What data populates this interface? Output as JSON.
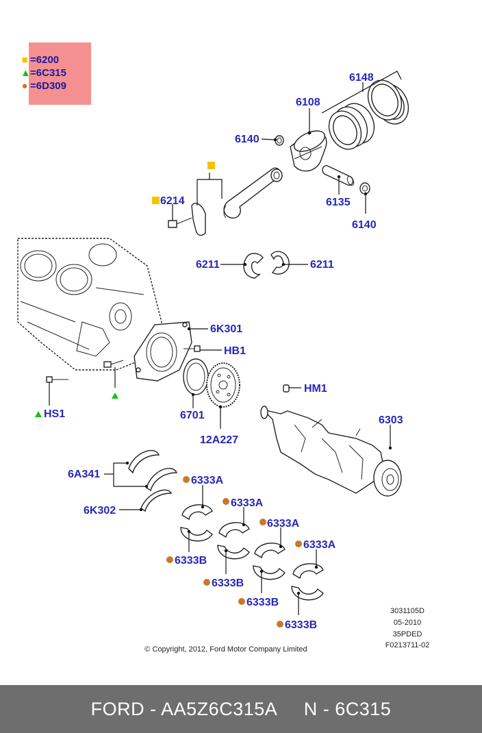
{
  "legend": [
    {
      "symbol": "square",
      "color": "#f5c400",
      "text": "6200"
    },
    {
      "symbol": "triangle",
      "color": "#16c316",
      "text": "6C315"
    },
    {
      "symbol": "circle",
      "color": "#c8782c",
      "text": "6D309"
    }
  ],
  "labels": {
    "p6148": "6148",
    "p6108": "6108",
    "p6140a": "6140",
    "p6140b": "6140",
    "p6135": "6135",
    "p6214": "6214",
    "p6211a": "6211",
    "p6211b": "6211",
    "p6K301": "6K301",
    "pHB1": "HB1",
    "pHS1": "HS1",
    "p6701": "6701",
    "p12A227": "12A227",
    "pHM1": "HM1",
    "p6303": "6303",
    "p6A341": "6A341",
    "p6K302": "6K302",
    "p6333A1": "6333A",
    "p6333A2": "6333A",
    "p6333A3": "6333A",
    "p6333A4": "6333A",
    "p6333B1": "6333B",
    "p6333B2": "6333B",
    "p6333B3": "6333B",
    "p6333B4": "6333B"
  },
  "codes": {
    "line1": "3031105D",
    "line2": "05-2010",
    "line3": "35PDED",
    "line4": "F0213711-02"
  },
  "copyright": "© Copyright, 2012, Ford Motor Company Limited",
  "footer": "FORD - AA5Z6C315A     N - 6C315"
}
